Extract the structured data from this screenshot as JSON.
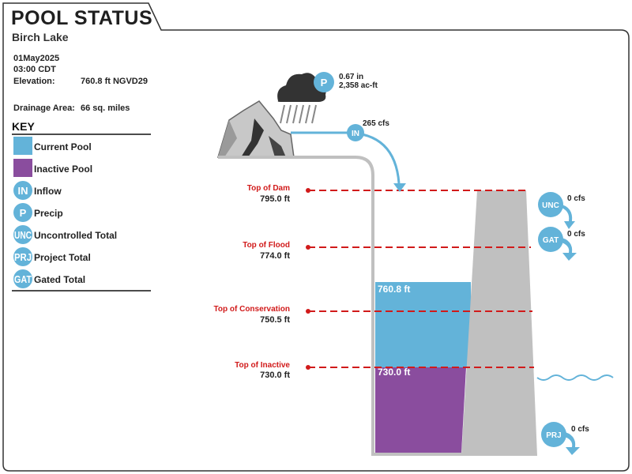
{
  "header": {
    "title": "POOL STATUS",
    "location": "Birch Lake"
  },
  "info": {
    "date": "01May2025",
    "time": "03:00 CDT",
    "elevation_label": "Elevation:",
    "elevation_value": "760.8 ft NGVD29",
    "drainage_label": "Drainage Area:",
    "drainage_value": "66 sq. miles"
  },
  "key": {
    "heading": "KEY",
    "items": [
      {
        "symbol": "",
        "label": "Current Pool",
        "kind": "swatch",
        "color": "#63b3d9"
      },
      {
        "symbol": "",
        "label": "Inactive Pool",
        "kind": "swatch",
        "color": "#8a4d9e"
      },
      {
        "symbol": "IN",
        "label": "Inflow",
        "kind": "badge"
      },
      {
        "symbol": "P",
        "label": "Precip",
        "kind": "badge"
      },
      {
        "symbol": "UNC",
        "label": "Uncontrolled Total",
        "kind": "badge"
      },
      {
        "symbol": "PRJ",
        "label": "Project Total",
        "kind": "badge"
      },
      {
        "symbol": "GAT",
        "label": "Gated Total",
        "kind": "badge"
      }
    ]
  },
  "precip": {
    "symbol": "P",
    "amount": "0.67 in",
    "volume": "2,358 ac-ft"
  },
  "inflow": {
    "symbol": "IN",
    "value": "265 cfs"
  },
  "levels": {
    "dam": {
      "name": "Top of Dam",
      "value": "795.0 ft"
    },
    "flood": {
      "name": "Top of Flood",
      "value": "774.0 ft"
    },
    "conservation": {
      "name": "Top of Conservation",
      "value": "750.5 ft"
    },
    "inactive": {
      "name": "Top of Inactive",
      "value": "730.0 ft"
    }
  },
  "pool": {
    "current_label": "760.8 ft",
    "inactive_label": "730.0 ft"
  },
  "outflows": {
    "unc": {
      "symbol": "UNC",
      "value": "0 cfs"
    },
    "gat": {
      "symbol": "GAT",
      "value": "0 cfs"
    },
    "prj": {
      "symbol": "PRJ",
      "value": "0 cfs"
    }
  },
  "colors": {
    "badge": "#63b3d9",
    "current_pool": "#63b3d9",
    "inactive_pool": "#8a4d9e",
    "level_line": "#d11a1a",
    "dam": "#c0c0c0"
  }
}
